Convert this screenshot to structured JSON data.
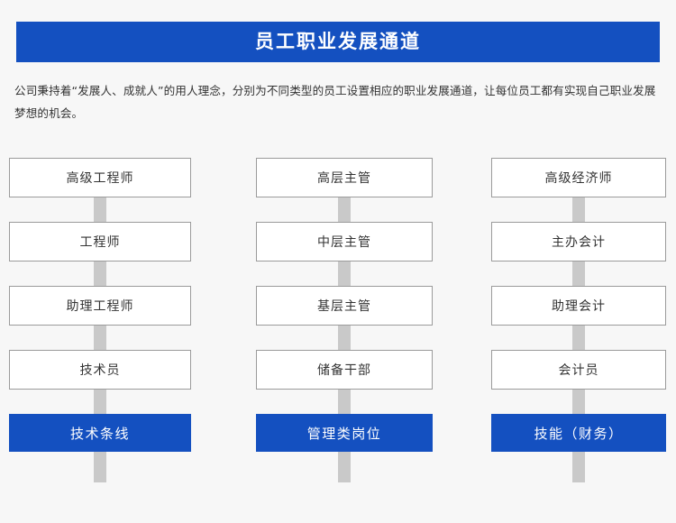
{
  "header": {
    "title": "员工职业发展通道",
    "background_color": "#1450c0",
    "text_color": "#ffffff"
  },
  "intro": {
    "paragraph": "公司秉持着“发展人、成就人”的用人理念，分别为不同类型的员工设置相应的职业发展通道，让每位员工都有实现自己职业发展梦想的机会。"
  },
  "page": {
    "background_color": "#f7f7f7",
    "arrow_color": "#c9c9c9",
    "box_border_color": "#9b9b9b",
    "box_fill_color": "#ffffff",
    "accent_color": "#1450c0"
  },
  "chart_data": {
    "type": "diagram",
    "title": "员工职业发展通道",
    "layout": "three parallel upward career ladders",
    "columns": [
      {
        "track_label": "技术条线",
        "arrow": "up-arrow",
        "steps_top_to_bottom": [
          "高级工程师",
          "工程师",
          "助理工程师",
          "技术员"
        ]
      },
      {
        "track_label": "管理类岗位",
        "arrow": "up-arrow",
        "steps_top_to_bottom": [
          "高层主管",
          "中层主管",
          "基层主管",
          "储备干部"
        ]
      },
      {
        "track_label": "技能（财务）",
        "arrow": "up-arrow",
        "steps_top_to_bottom": [
          "高级经济师",
          "主办会计",
          "助理会计",
          "会计员"
        ]
      }
    ]
  }
}
